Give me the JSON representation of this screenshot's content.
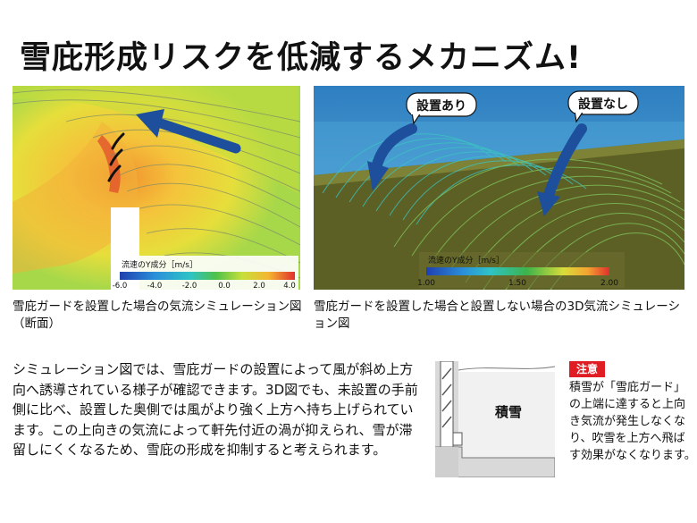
{
  "title": "雪庇形成リスクを低減するメカニズム!",
  "left_panel": {
    "legend_title": "流速のY成分［m/s］",
    "legend_ticks": [
      "-6.0",
      "-4.0",
      "-2.0",
      "0.0",
      "2.0",
      "4.0"
    ],
    "caption": "雪庇ガードを設置した場合の気流シミュレーション図（断面）"
  },
  "right_panel": {
    "label_with": "設置あり",
    "label_without": "設置なし",
    "legend_title": "流速のY成分［m/s］",
    "legend_ticks": [
      "1.00",
      "1.50",
      "2.00"
    ],
    "caption": "雪庇ガードを設置した場合と設置しない場合の3D気流シミュレーション図"
  },
  "body_text": "シミュレーション図では、雪庇ガードの設置によって風が斜め上方向へ誘導されている様子が確認できます。3D図でも、未設置の手前側に比べ、設置した奥側では風がより強く上方へ持ち上げられています。この上向きの気流によって軒先付近の渦が抑えられ、雪が滞留しにくくなるため、雪庇の形成を抑制すると考えられます。",
  "diagram": {
    "snow_label": "積雪"
  },
  "note": {
    "badge": "注意",
    "text": "積雪が「雪庇ガード」の上端に達すると上向き気流が発生しなくなり、吹雪を上方へ飛ばす効果がなくなります。"
  },
  "colors": {
    "note_red": "#e11d24",
    "arrow_blue": "#1d4f9c",
    "ground_olive": "#5c6024",
    "sky_blue": "#3a8fc8"
  }
}
